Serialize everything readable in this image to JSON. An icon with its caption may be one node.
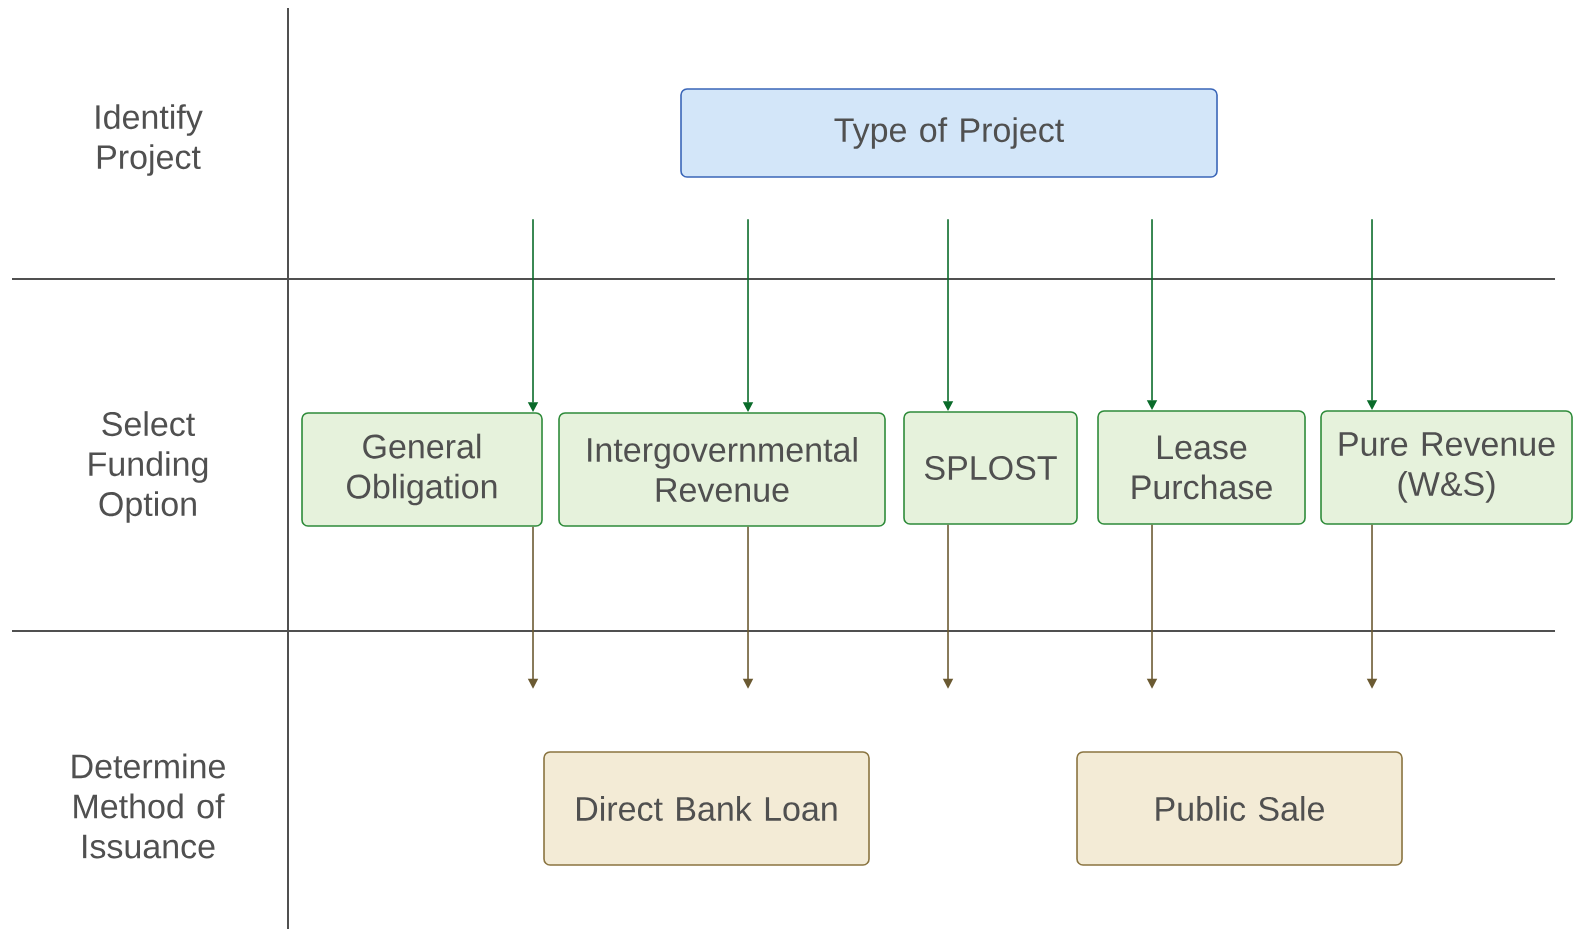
{
  "diagram": {
    "nodes": [
      {
        "text": [
          "Type of Project"
        ]
      },
      {
        "text": [
          "General Obligation"
        ]
      },
      {
        "text": [
          "Intergovernmental Revenue"
        ]
      },
      {
        "text": [
          "SPLOST"
        ]
      },
      {
        "text": [
          "Lease Purchase"
        ]
      },
      {
        "text": [
          "Pure Revenue (W&S)"
        ]
      },
      {
        "text": [
          "Direct Bank Loan"
        ]
      },
      {
        "text": [
          "Public Sale"
        ]
      }
    ],
    "edges": [
      {
        "from": null,
        "to": 1,
        "arrow": "to"
      },
      {
        "from": null,
        "to": 2,
        "arrow": "to"
      },
      {
        "from": null,
        "to": 3,
        "arrow": "to"
      },
      {
        "from": null,
        "to": 4,
        "arrow": "to"
      },
      {
        "from": null,
        "to": 5,
        "arrow": "to"
      },
      {
        "from": 1,
        "to": null,
        "arrow": "to",
        "color": "#6b5a32"
      },
      {
        "from": 2,
        "to": null,
        "arrow": "to",
        "color": "#6b5a32"
      },
      {
        "from": 3,
        "to": null,
        "arrow": "to",
        "color": "#6b5a32"
      },
      {
        "from": 4,
        "to": null,
        "arrow": "to",
        "color": "#6b5a32"
      },
      {
        "from": 5,
        "to": null,
        "arrow": "to",
        "color": "#6b5a32"
      }
    ],
    "labels": [
      "Identify Project",
      "Select Funding Option",
      "Determine Method of Issuance"
    ]
  }
}
